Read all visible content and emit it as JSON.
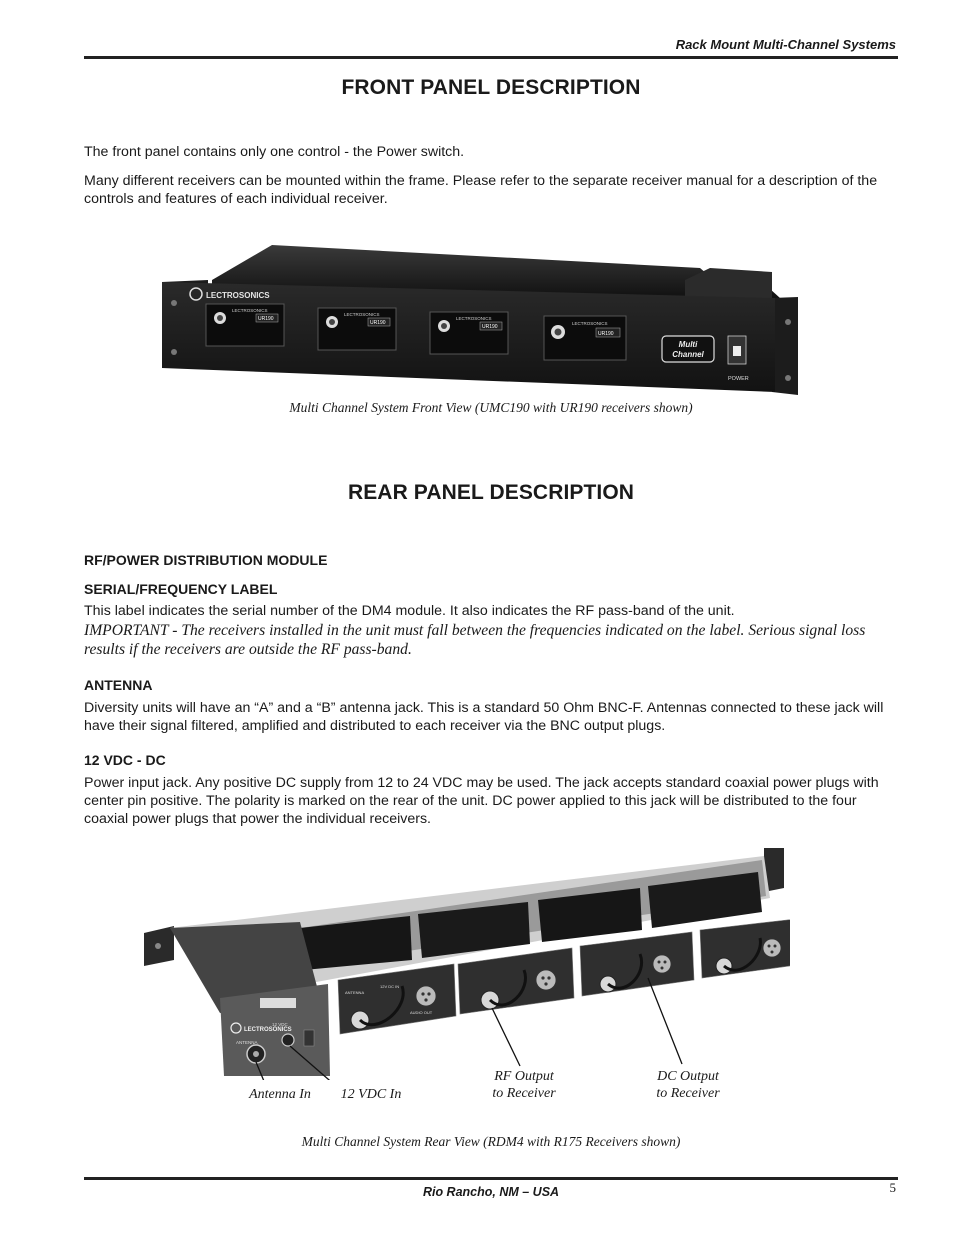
{
  "header": {
    "title": "Rack Mount Multi-Channel Systems"
  },
  "front": {
    "heading": "FRONT PANEL DESCRIPTION",
    "para1": "The front panel contains only one control - the Power switch.",
    "para2": "Many different receivers can be mounted within the frame.  Please refer to the separate receiver manual for a description of the controls and features of each individual receiver.",
    "photo": {
      "brand": "LECTROSONICS",
      "modules": [
        {
          "brand": "LECTROSONICS",
          "model": "UR190"
        },
        {
          "brand": "LECTROSONICS",
          "model": "UR190"
        },
        {
          "brand": "LECTROSONICS",
          "model": "UR190"
        },
        {
          "brand": "LECTROSONICS",
          "model": "UR190"
        }
      ],
      "badge_line1": "Multi",
      "badge_line2": "Channel",
      "power_label": "POWER"
    },
    "caption": "Multi Channel System Front View (UMC190 with UR190 receivers shown)"
  },
  "rear": {
    "heading": "REAR PANEL DESCRIPTION",
    "sub1": "RF/POWER DISTRIBUTION MODULE",
    "sub2": "SERIAL/FREQUENCY LABEL",
    "serial_text": " This label indicates the serial number of the DM4 module.  It also indicates the RF pass-band of the unit.",
    "important_text": "IMPORTANT - The receivers installed in the unit must fall between the frequencies indicated on the label.  Serious signal loss results if the receivers are outside the RF pass-band.",
    "sub3": "ANTENNA",
    "antenna_text": "Diversity units will have an “A” and a “B” antenna jack.  This is a standard 50 Ohm BNC-F.  Antennas connected to these jack will have their signal filtered, amplified and distributed to each receiver via the BNC output plugs.",
    "sub4": "12 VDC - DC",
    "dc_text": "Power input jack.  Any positive DC supply from 12 to 24 VDC may be used.  The jack accepts standard coaxial power plugs with center pin positive.  The polarity is marked on the rear of the unit.  DC power applied to this jack will be distributed to the four coaxial power plugs that power the individual receivers.",
    "photo": {
      "brand": "LECTROSONICS",
      "jack_labels": [
        "ANTENNA",
        "12 VDC"
      ],
      "module_labels": [
        "ANTENNA",
        "12V DC IN",
        "AUDIO OUT"
      ]
    },
    "callouts": {
      "antenna_in": "Antenna In",
      "vdc_in": "12 VDC In",
      "rf_line1": "RF Output",
      "rf_line2": "to Receiver",
      "dc_line1": "DC Output",
      "dc_line2": "to Receiver"
    },
    "caption": "Multi Channel System Rear View (RDM4 with R175 Receivers shown)"
  },
  "footer": {
    "location": "Rio Rancho, NM – USA",
    "page_number": "5"
  }
}
